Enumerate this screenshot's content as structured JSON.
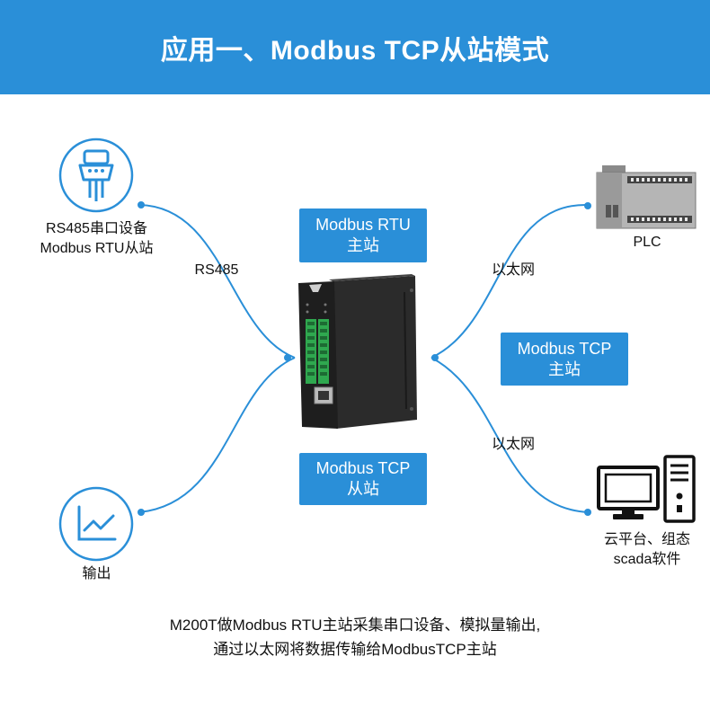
{
  "header": {
    "title": "应用一、Modbus TCP从站模式"
  },
  "left_top": {
    "line1": "RS485串口设备",
    "line2": "Modbus RTU从站",
    "icon": "serial-port-icon"
  },
  "left_bottom": {
    "label": "输出",
    "icon": "line-chart-icon"
  },
  "link_rs485": "RS485",
  "box_rtu_master": {
    "line1": "Modbus RTU",
    "line2": "主站"
  },
  "box_tcp_master": {
    "line1": "Modbus TCP",
    "line2": "主站"
  },
  "box_tcp_slave": {
    "line1": "Modbus TCP",
    "line2": "从站"
  },
  "link_eth_top": "以太网",
  "link_eth_bottom": "以太网",
  "right_top": {
    "label": "PLC",
    "icon": "plc-icon"
  },
  "right_bottom": {
    "line1": "云平台、组态",
    "line2": "scada软件",
    "icon": "computer-icon"
  },
  "footer": {
    "line1": "M200T做Modbus RTU主站采集串口设备、模拟量输出,",
    "line2": "通过以太网将数据传输给ModbusTCP主站"
  },
  "colors": {
    "accent": "#2a8fd8",
    "line": "#2a8fd8"
  }
}
